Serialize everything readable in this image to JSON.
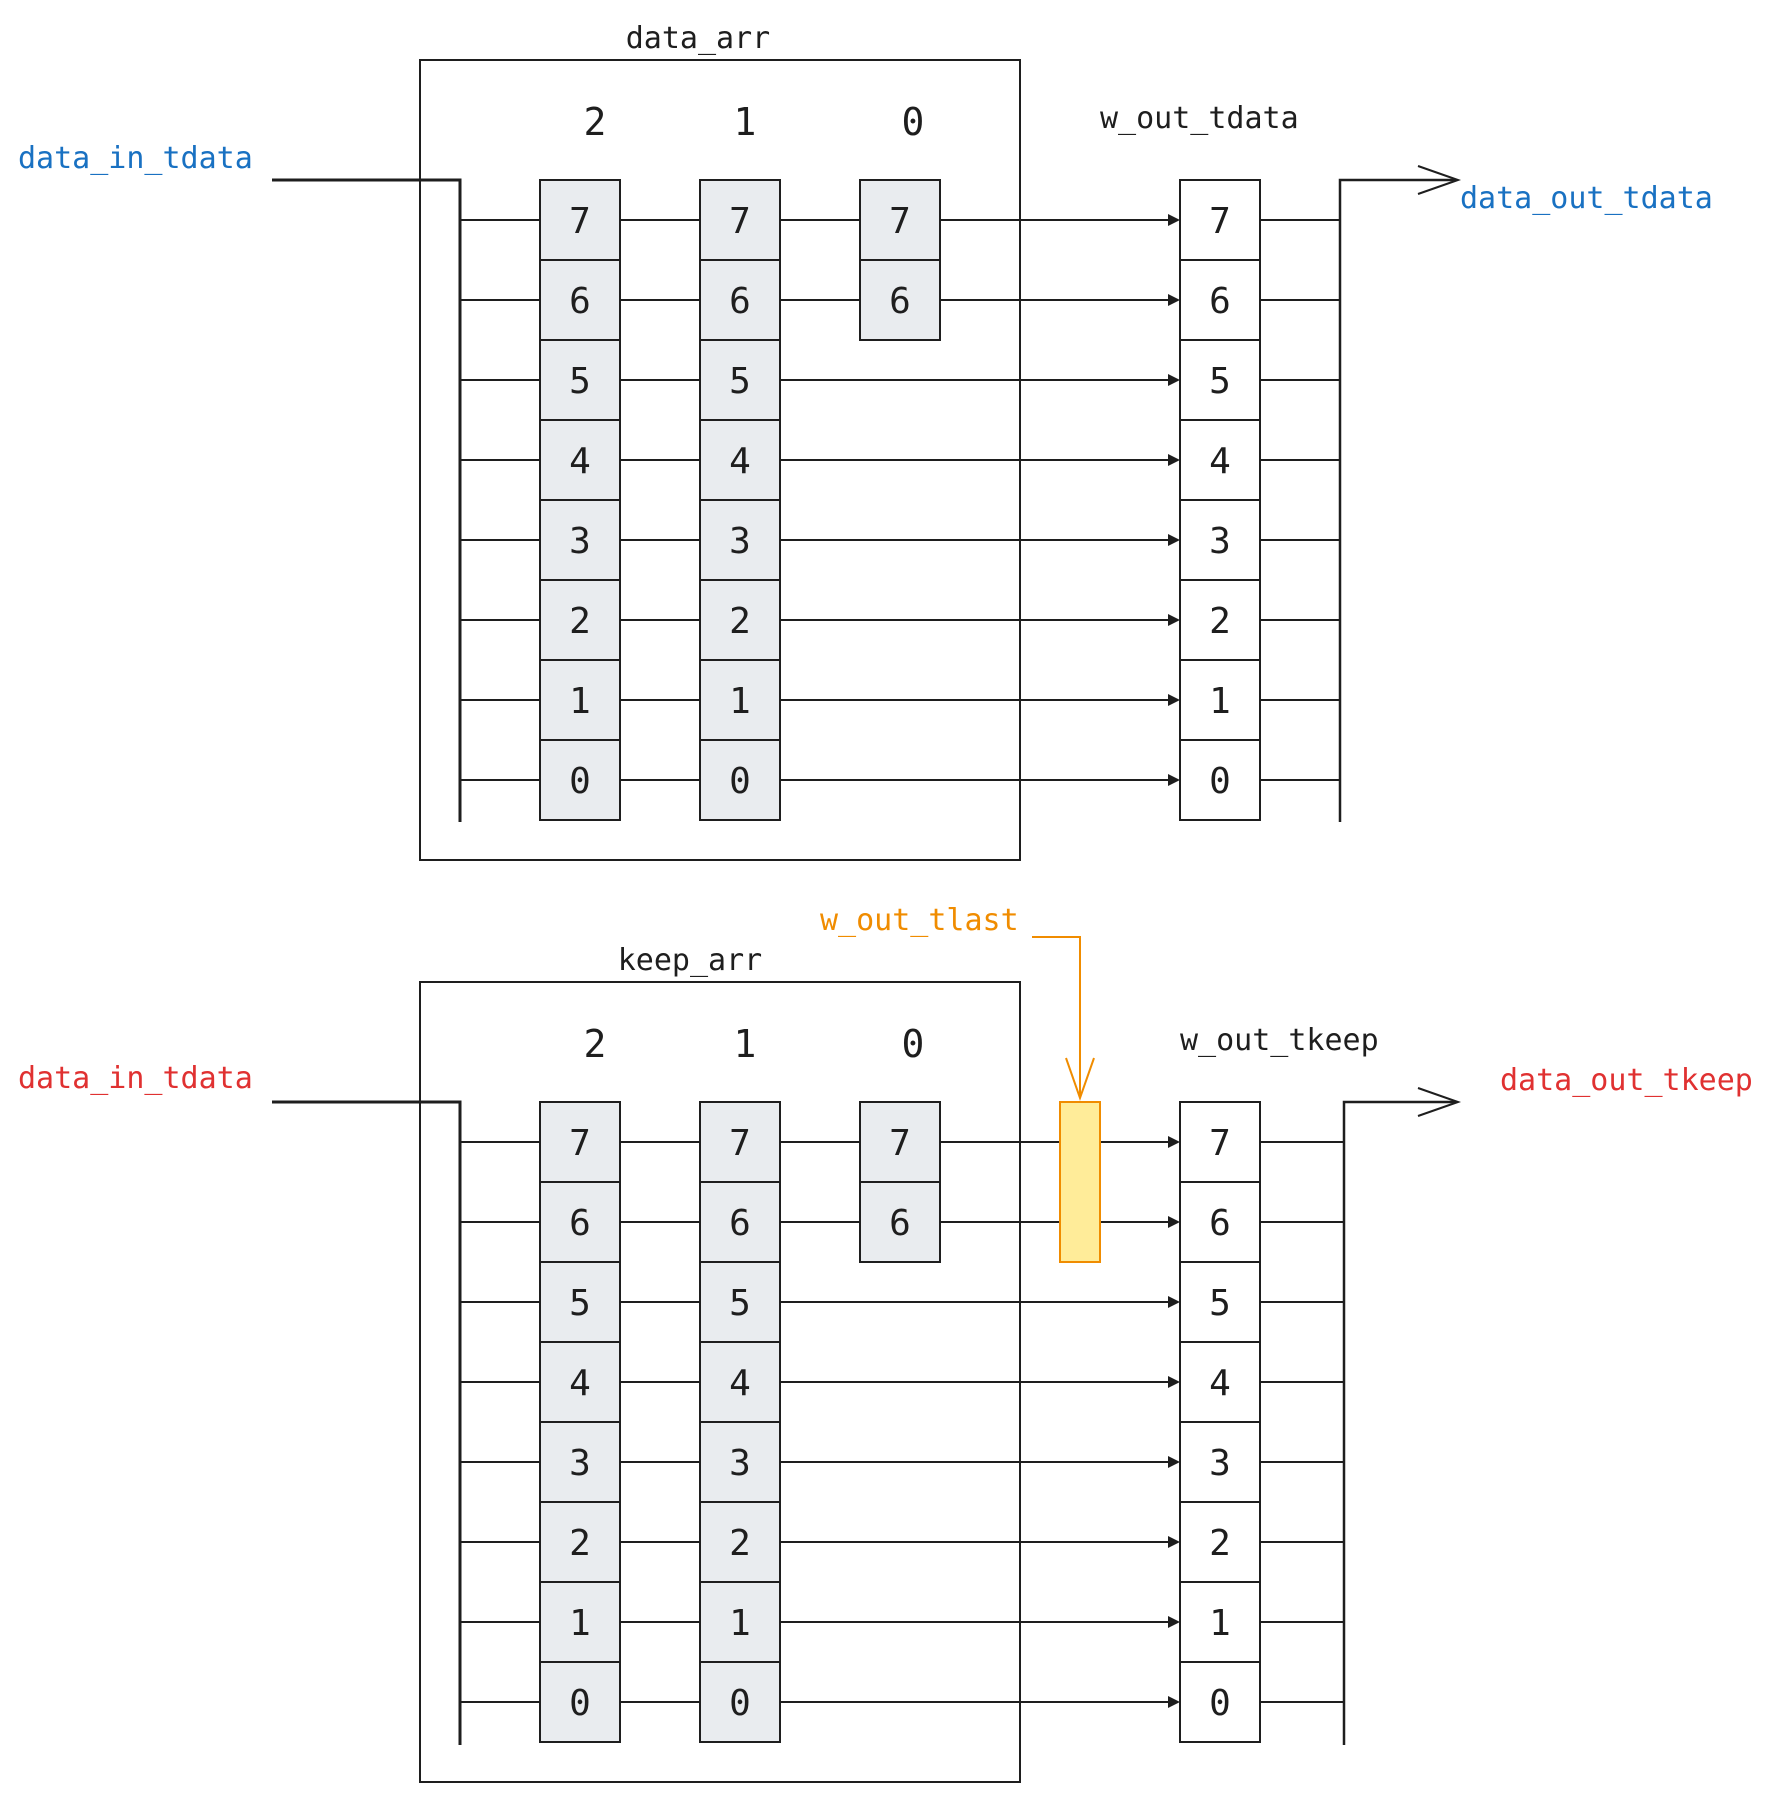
{
  "colors": {
    "stroke": "#1e1e1e",
    "cell_fill": "#e9ecef",
    "out_fill": "#ffffff",
    "blue": "#1971c2",
    "red": "#e03131",
    "orange": "#f08c00",
    "highlight_fill": "#ffec99"
  },
  "data_block": {
    "array_label": "data_arr",
    "column_indices": [
      "2",
      "1",
      "0"
    ],
    "input_label": "data_in_tdata",
    "wire_label": "w_out_tdata",
    "output_label": "data_out_tdata",
    "label_color": "blue",
    "columns": [
      {
        "index": "2",
        "cells": [
          "7",
          "6",
          "5",
          "4",
          "3",
          "2",
          "1",
          "0"
        ]
      },
      {
        "index": "1",
        "cells": [
          "7",
          "6",
          "5",
          "4",
          "3",
          "2",
          "1",
          "0"
        ]
      },
      {
        "index": "0",
        "cells": [
          "7",
          "6"
        ]
      }
    ],
    "output_cells": [
      "7",
      "6",
      "5",
      "4",
      "3",
      "2",
      "1",
      "0"
    ]
  },
  "keep_block": {
    "array_label": "keep_arr",
    "column_indices": [
      "2",
      "1",
      "0"
    ],
    "input_label": "data_in_tdata",
    "wire_label": "w_out_tkeep",
    "output_label": "data_out_tkeep",
    "control_label": "w_out_tlast",
    "label_color": "red",
    "columns": [
      {
        "index": "2",
        "cells": [
          "7",
          "6",
          "5",
          "4",
          "3",
          "2",
          "1",
          "0"
        ]
      },
      {
        "index": "1",
        "cells": [
          "7",
          "6",
          "5",
          "4",
          "3",
          "2",
          "1",
          "0"
        ]
      },
      {
        "index": "0",
        "cells": [
          "7",
          "6"
        ]
      }
    ],
    "output_cells": [
      "7",
      "6",
      "5",
      "4",
      "3",
      "2",
      "1",
      "0"
    ]
  }
}
